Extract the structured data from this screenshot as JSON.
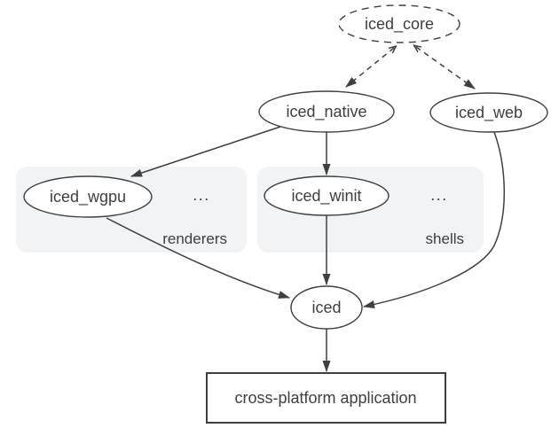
{
  "colors": {
    "background": "#ffffff",
    "node_stroke": "#3c4043",
    "text": "#3c4043",
    "edge": "#3c4043",
    "group_fill": "#f1f3f4",
    "accent_blue": "#1a73e8"
  },
  "diagram": {
    "nodes": {
      "iced_core": {
        "label": "iced_core"
      },
      "iced_native": {
        "label": "iced_native"
      },
      "iced_web": {
        "label": "iced_web"
      },
      "iced_wgpu": {
        "label": "iced_wgpu"
      },
      "iced_winit": {
        "label": "iced_winit"
      },
      "iced": {
        "label": "iced"
      },
      "app": {
        "label": "cross-platform application"
      }
    },
    "groups": {
      "renderers": {
        "label": "renderers",
        "more": "..."
      },
      "shells": {
        "label": "shells",
        "more": "..."
      }
    },
    "edges": [
      {
        "from": "iced_core",
        "to": "iced_native",
        "style": "dashed"
      },
      {
        "from": "iced_core",
        "to": "iced_web",
        "style": "dashed"
      },
      {
        "from": "iced_native",
        "to": "iced_wgpu",
        "style": "solid"
      },
      {
        "from": "iced_native",
        "to": "iced_winit",
        "style": "solid"
      },
      {
        "from": "iced_wgpu",
        "to": "iced",
        "style": "solid"
      },
      {
        "from": "iced_winit",
        "to": "iced",
        "style": "solid"
      },
      {
        "from": "iced_web",
        "to": "iced",
        "style": "solid"
      },
      {
        "from": "iced",
        "to": "app",
        "style": "solid"
      }
    ]
  }
}
